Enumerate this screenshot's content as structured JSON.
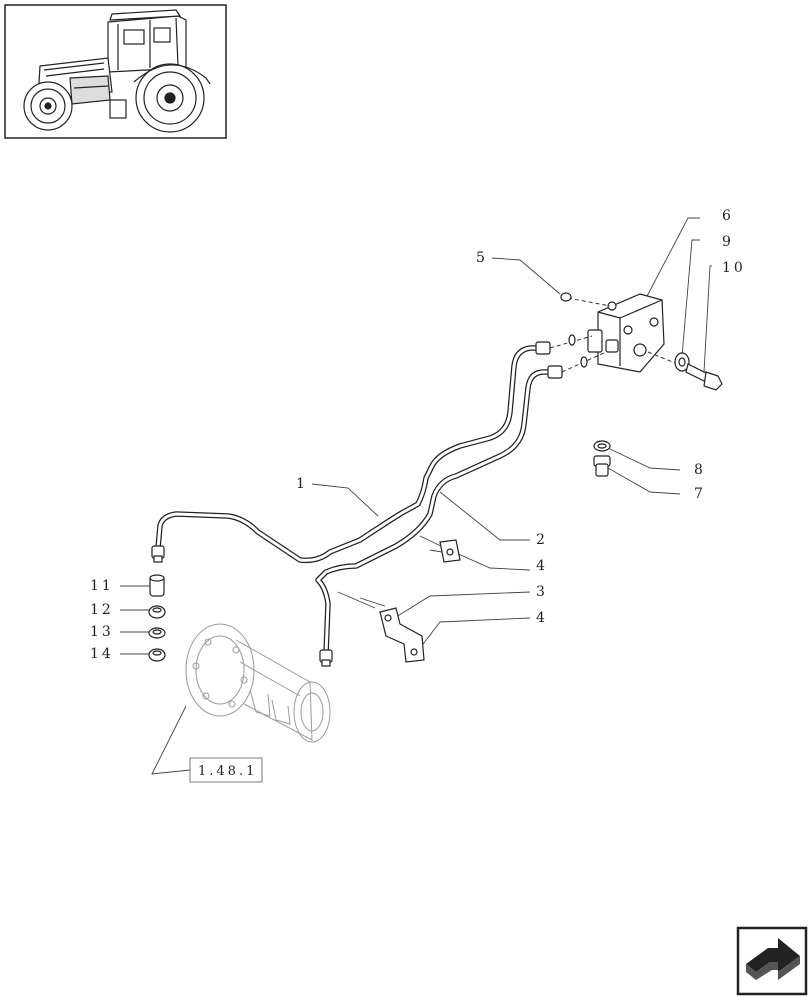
{
  "callouts": {
    "c1": "1",
    "c2": "2",
    "c3": "3",
    "c4a": "4",
    "c4b": "4",
    "c5": "5",
    "c6": "6",
    "c7": "7",
    "c8": "8",
    "c9": "9",
    "c10": "10",
    "c11": "11",
    "c12": "12",
    "c13": "13",
    "c14": "14"
  },
  "reference_box": "1.48.1",
  "icons": {
    "thumbnail": "tractor-icon",
    "navigation": "next-page-arrow-icon"
  }
}
